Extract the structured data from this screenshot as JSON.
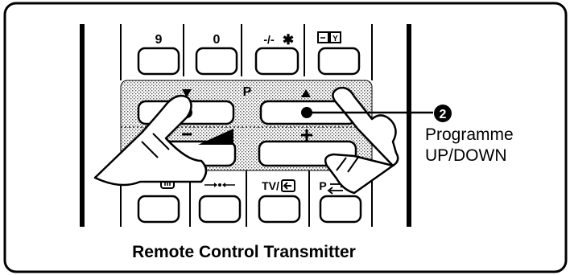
{
  "title": "Remote Control Transmitter",
  "callout": {
    "number": "2",
    "line1": "Programme",
    "line2": "UP/DOWN"
  },
  "keys": {
    "nine": "9",
    "zero": "0",
    "digit_toggle": "-/-",
    "star": "✱",
    "p_label": "P",
    "tv_label": "TV/",
    "p_swap_label": "P"
  }
}
